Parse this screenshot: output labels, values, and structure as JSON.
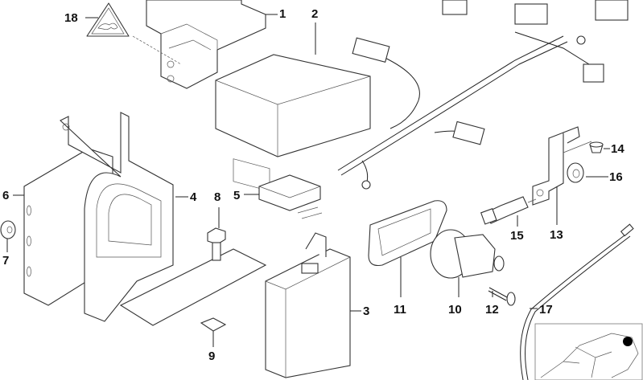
{
  "diagram": {
    "type": "exploded-parts-diagram",
    "callouts": [
      {
        "id": "1",
        "part": "bracket"
      },
      {
        "id": "2",
        "part": "control-unit-box"
      },
      {
        "id": "3",
        "part": "control-module"
      },
      {
        "id": "4",
        "part": "mounting-frame"
      },
      {
        "id": "5",
        "part": "connector-plug"
      },
      {
        "id": "6",
        "part": "cover-plate"
      },
      {
        "id": "7",
        "part": "grommet"
      },
      {
        "id": "8",
        "part": "hex-bolt"
      },
      {
        "id": "9",
        "part": "clip-nut"
      },
      {
        "id": "10",
        "part": "siren-horn"
      },
      {
        "id": "11",
        "part": "cover-panel"
      },
      {
        "id": "12",
        "part": "screw"
      },
      {
        "id": "13",
        "part": "bracket-angle"
      },
      {
        "id": "14",
        "part": "plug-cap"
      },
      {
        "id": "15",
        "part": "switch-sensor"
      },
      {
        "id": "16",
        "part": "nut"
      },
      {
        "id": "17",
        "part": "antenna-cable"
      },
      {
        "id": "18",
        "part": "warning-label"
      }
    ],
    "inset": {
      "description": "car-location-thumbnail",
      "marker_color": "#000000"
    }
  }
}
